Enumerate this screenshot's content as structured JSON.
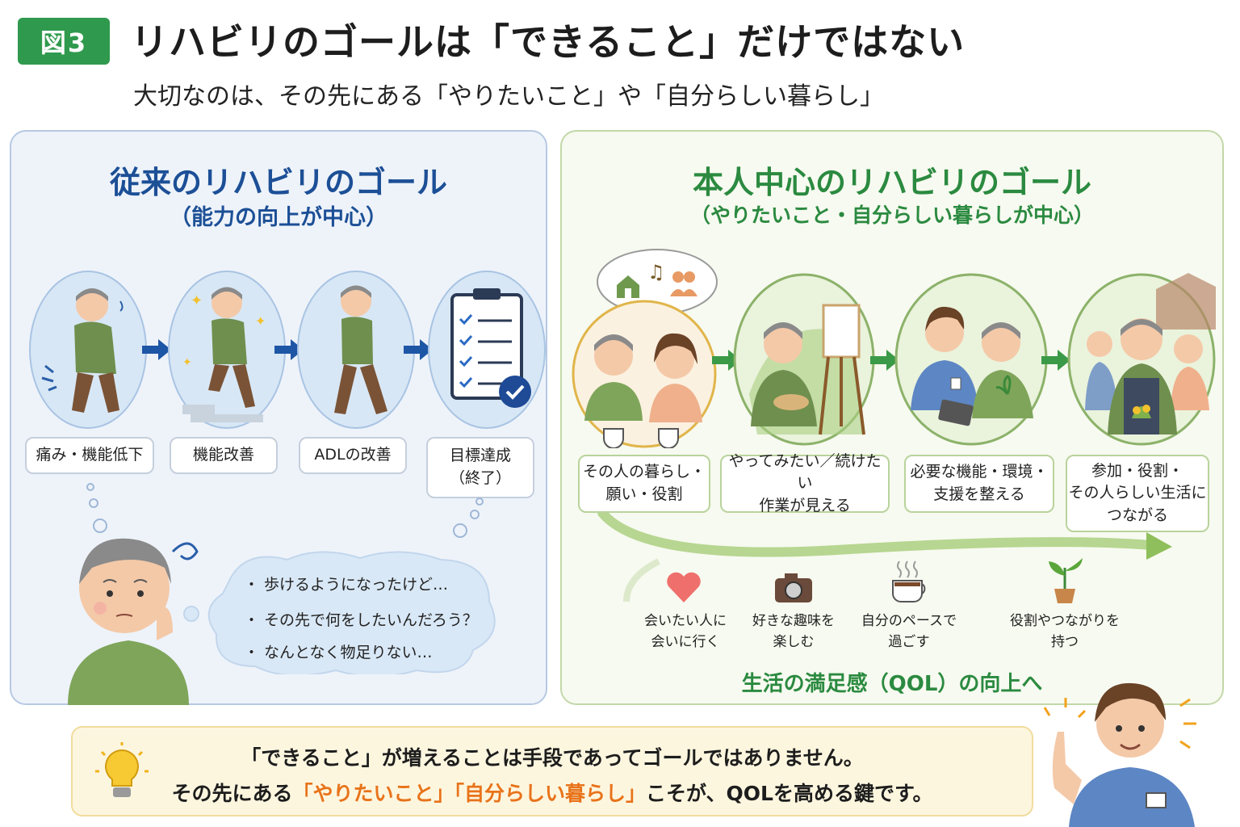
{
  "header": {
    "figure_label": "図3",
    "title": "リハビリのゴールは「できること」だけではない",
    "subtitle": "大切なのは、その先にある「やりたいこと」や「自分らしい暮らし」"
  },
  "left_panel": {
    "title": "従来のリハビリのゴール",
    "subtitle": "（能力の向上が中心）",
    "steps": [
      {
        "line1": "痛み・機能低下",
        "line2": ""
      },
      {
        "line1": "機能改善",
        "line2": ""
      },
      {
        "line1": "ADLの改善",
        "line2": ""
      },
      {
        "line1": "目標達成",
        "line2": "（終了）"
      }
    ],
    "thoughts": [
      "・ 歩けるようになったけど…",
      "・ その先で何をしたいんだろう？",
      "・ なんとなく物足りない…"
    ]
  },
  "right_panel": {
    "title": "本人中心のリハビリのゴール",
    "subtitle": "（やりたいこと・自分らしい暮らしが中心）",
    "steps": [
      {
        "line1": "その人の暮らし・",
        "line2": "願い・役割",
        "line3": ""
      },
      {
        "line1": "やってみたい／続けたい",
        "line2": "作業が見える",
        "line3": ""
      },
      {
        "line1": "必要な機能・環境・",
        "line2": "支援を整える",
        "line3": ""
      },
      {
        "line1": "参加・役割・",
        "line2": "その人らしい生活に",
        "line3": "つながる"
      }
    ],
    "activities": [
      {
        "icon": "heart-icon",
        "line1": "会いたい人に",
        "line2": "会いに行く"
      },
      {
        "icon": "camera-icon",
        "line1": "好きな趣味を",
        "line2": "楽しむ"
      },
      {
        "icon": "coffee-icon",
        "line1": "自分のペースで",
        "line2": "過ごす"
      },
      {
        "icon": "sprout-icon",
        "line1": "役割やつながりを",
        "line2": "持つ"
      }
    ],
    "qol_label": "生活の満足感（QOL）の向上へ"
  },
  "bottom": {
    "line1": "「できること」が増えることは手段であってゴールではありません。",
    "line2_pre": "その先にある",
    "line2_hl1": "「やりたいこと」",
    "line2_hl2": "「自分らしい暮らし」",
    "line2_post": "こそが、QOLを高める鍵です。"
  },
  "colors": {
    "badge_green": "#2f9a4d",
    "left_accent": "#1c4f96",
    "right_accent": "#2b8a40",
    "highlight_orange": "#e8731a"
  }
}
